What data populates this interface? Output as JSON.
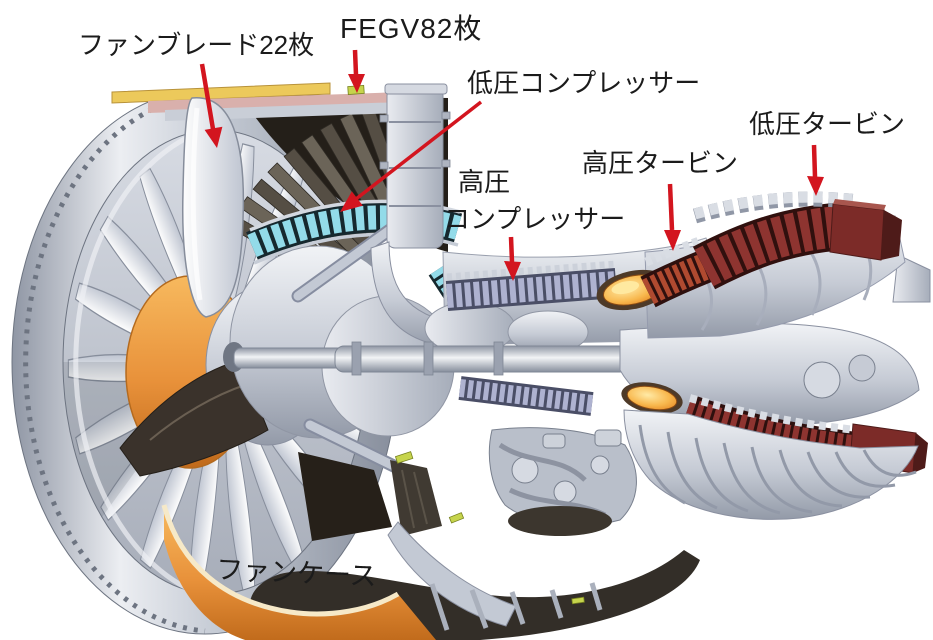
{
  "figure": {
    "kind": "turbofan-engine-cutaway-diagram",
    "background": "#ffffff"
  },
  "labels": {
    "fan_blade": "ファンブレード22枚",
    "fegv": "FEGV82枚",
    "lp_compressor": "低圧コンプレッサー",
    "hp_compressor_line1": "高圧",
    "hp_compressor_line2": "コンプレッサー",
    "hp_turbine": "高圧タービン",
    "lp_turbine": "低圧タービン",
    "fan_case": "ファンケース"
  },
  "colors": {
    "arrow_red": "#d3151f",
    "label_text": "#1b1b1b",
    "fan_case_orange": "#e8913a",
    "combustor_orange": "#f4a63c",
    "lp_compressor_cyan": "#8fd8e8",
    "hp_compressor_lavender": "#aeb2d0",
    "turbine_red": "#8e3430",
    "turbine_block_red": "#7c2b28",
    "engine_silver": "#c6ccd8",
    "fegv_vane_dark": "#554e44",
    "gold_trim": "#ecc95b",
    "pink_trim": "#d9b0ac",
    "spinner_dark": "#3a322b"
  }
}
